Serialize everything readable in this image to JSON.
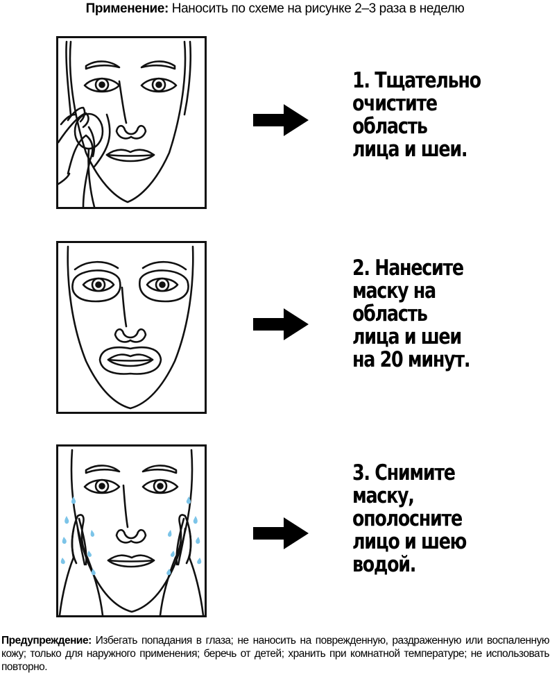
{
  "usage": {
    "label": "Применение:",
    "text": " Наносить по схеме на рисунке 2–3 раза в неделю"
  },
  "steps": [
    {
      "lines": [
        "1. Тщательно",
        "очистите",
        "область",
        "лица и шеи."
      ],
      "illustration": "face-with-cotton-pad"
    },
    {
      "lines": [
        "2. Нанесите",
        "маску на",
        "область",
        "лица и шеи",
        "на 20 минут."
      ],
      "illustration": "face-with-mask-outline"
    },
    {
      "lines": [
        "3. Снимите",
        "маску,",
        "ополосните",
        "лицо и шею",
        "водой."
      ],
      "illustration": "face-rinsing-with-water"
    }
  ],
  "arrow_icon": "right-arrow-icon",
  "warning": {
    "label": "Предупреждение:",
    "text": " Избегать попадания в глаза; не наносить на поврежденную, раздраженную или воспаленную кожу;  только для наружного применения; беречь от детей; хранить при комнатной температуре; не использовать повторно."
  },
  "colors": {
    "ink": "#111111",
    "water": "#7cc4e8",
    "background": "#ffffff"
  }
}
